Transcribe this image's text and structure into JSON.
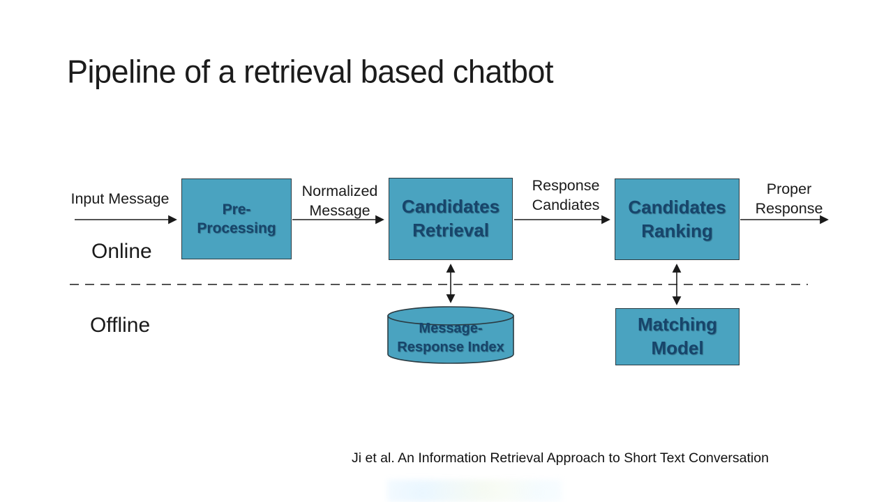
{
  "slide": {
    "title": "Pipeline of a retrieval based chatbot",
    "citation": "Ji et al. An Information Retrieval Approach to Short Text Conversation"
  },
  "diagram": {
    "sections": {
      "online": "Online",
      "offline": "Offline"
    },
    "nodes": {
      "preprocessing": "Pre-\nProcessing",
      "candidates_retrieval": "Candidates\nRetrieval",
      "candidates_ranking": "Candidates\nRanking",
      "message_response_index": "Message-\nResponse Index",
      "matching_model": "Matching\nModel"
    },
    "edge_labels": {
      "input_message": "Input Message",
      "normalized_message": "Normalized\nMessage",
      "response_candiates": "Response\nCandiates",
      "proper_response": "Proper\nResponse"
    },
    "colors": {
      "background": "#FFFFFF",
      "node_fill": "#4AA3C0",
      "node_border": "#2B3B42",
      "node_text": "#17456B",
      "line": "#1A1A1A"
    }
  }
}
